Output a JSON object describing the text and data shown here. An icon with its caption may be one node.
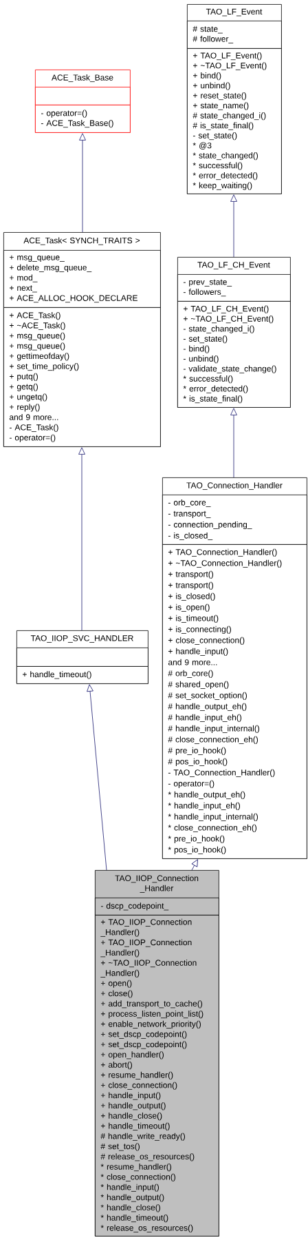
{
  "diagram": {
    "nodes": [
      {
        "text": [
          "ACE_Task_Base"
        ]
      },
      {
        "text": [],
        "shape": "box",
        "in": 0
      },
      {
        "text": [
          "- operator=()",
          "- ACE_Task_Base()"
        ],
        "in": 0
      },
      {
        "text": [
          "TAO_LF_Event"
        ]
      },
      {
        "text": [
          "# state_",
          "# follower_"
        ],
        "in": 3
      },
      {
        "text": [
          "+ TAO_LF_Event()",
          "+ ~TAO_LF_Event()",
          "+ bind()",
          "+ unbind()",
          "+ reset_state()",
          "+ state_name()",
          "# state_changed_i()",
          "# is_state_final()",
          "- set_state()",
          "* @3",
          "* state_changed()",
          "* successful()",
          "* error_detected()",
          "* keep_waiting()"
        ],
        "in": 3
      },
      {
        "text": [
          "ACE_Task< SYNCH_TRAITS >"
        ]
      },
      {
        "text": [
          "+ msg_queue_",
          "+ delete_msg_queue_",
          "+ mod_",
          "+ next_",
          "+ ACE_ALLOC_HOOK_DECLARE"
        ],
        "in": 6
      },
      {
        "text": [
          "+ ACE_Task()",
          "+ ~ACE_Task()",
          "+ msg_queue()",
          "+ msg_queue()",
          "+ gettimeofday()",
          "+ set_time_policy()",
          "+ putq()",
          "+ getq()",
          "+ ungetq()",
          "+ reply()",
          "and 9 more...",
          "- ACE_Task()",
          "- operator=()"
        ],
        "in": 6
      },
      {
        "text": [
          "TAO_LF_CH_Event"
        ]
      },
      {
        "text": [
          "- prev_state_",
          "- followers_"
        ],
        "in": 9
      },
      {
        "text": [
          "+ TAO_LF_CH_Event()",
          "+ ~TAO_LF_CH_Event()",
          "- state_changed_i()",
          "- set_state()",
          "- bind()",
          "- unbind()",
          "- validate_state_change()",
          "* successful()",
          "* error_detected()",
          "* is_state_final()"
        ],
        "in": 9
      },
      {
        "text": [
          "TAO_Connection_Handler"
        ]
      },
      {
        "text": [
          "- orb_core_",
          "- transport_",
          "- connection_pending_",
          "- is_closed_"
        ],
        "in": 12
      },
      {
        "text": [
          "+ TAO_Connection_Handler()",
          "+ ~TAO_Connection_Handler()",
          "+ transport()",
          "+ transport()",
          "+ is_closed()",
          "+ is_open()",
          "+ is_timeout()",
          "+ is_connecting()",
          "+ close_connection()",
          "+ handle_input()",
          "and 9 more...",
          "# orb_core()",
          "# shared_open()",
          "# set_socket_option()",
          "# handle_output_eh()",
          "# handle_input_eh()",
          "# handle_input_internal()",
          "# close_connection_eh()",
          "# pre_io_hook()",
          "# pos_io_hook()",
          "- TAO_Connection_Handler()",
          "- operator=()",
          "* handle_output_eh()",
          "* handle_input_eh()",
          "* handle_input_internal()",
          "* close_connection_eh()",
          "* pre_io_hook()",
          "* pos_io_hook()"
        ],
        "in": 12
      },
      {
        "text": [
          "TAO_IIOP_SVC_HANDLER"
        ]
      },
      {
        "text": [],
        "shape": "box",
        "in": 15
      },
      {
        "text": [
          "+ handle_timeout()"
        ],
        "in": 15
      },
      {
        "text": [
          "TAO_IIOP_Connection _Handler"
        ]
      },
      {
        "text": [
          "- dscp_codepoint_"
        ],
        "in": 18
      },
      {
        "text": [
          "+ TAO_IIOP_Connection _Handler()",
          "+ TAO_IIOP_Connection _Handler()",
          "+ ~TAO_IIOP_Connection _Handler()",
          "+ open()",
          "+ close()",
          "+ add_transport_to_cache()",
          "+ process_listen_point_list()",
          "+ enable_network_priority()",
          "+ set_dscp_codepoint()",
          "+ set_dscp_codepoint()",
          "+ open_handler()",
          "+ abort()",
          "+ resume_handler()",
          "+ close_connection()",
          "+ handle_input()",
          "+ handle_output()",
          "+ handle_close()",
          "+ handle_timeout()",
          "# handle_write_ready()",
          "# set_tos()",
          "# release_os_resources()",
          "* resume_handler()",
          "* close_connection()",
          "* handle_input()",
          "* handle_output()",
          "* handle_close()",
          "* handle_timeout()",
          "* release_os_resources()"
        ],
        "in": 18
      }
    ],
    "edges": [
      {
        "from": 6,
        "to": 0,
        "arrow": "to"
      },
      {
        "from": 9,
        "to": 3,
        "arrow": "to"
      },
      {
        "from": 15,
        "to": 6,
        "arrow": "to"
      },
      {
        "from": 12,
        "to": 9,
        "arrow": "to"
      },
      {
        "from": 18,
        "to": 15,
        "arrow": "to"
      },
      {
        "from": 18,
        "to": 12,
        "arrow": "to"
      }
    ]
  }
}
